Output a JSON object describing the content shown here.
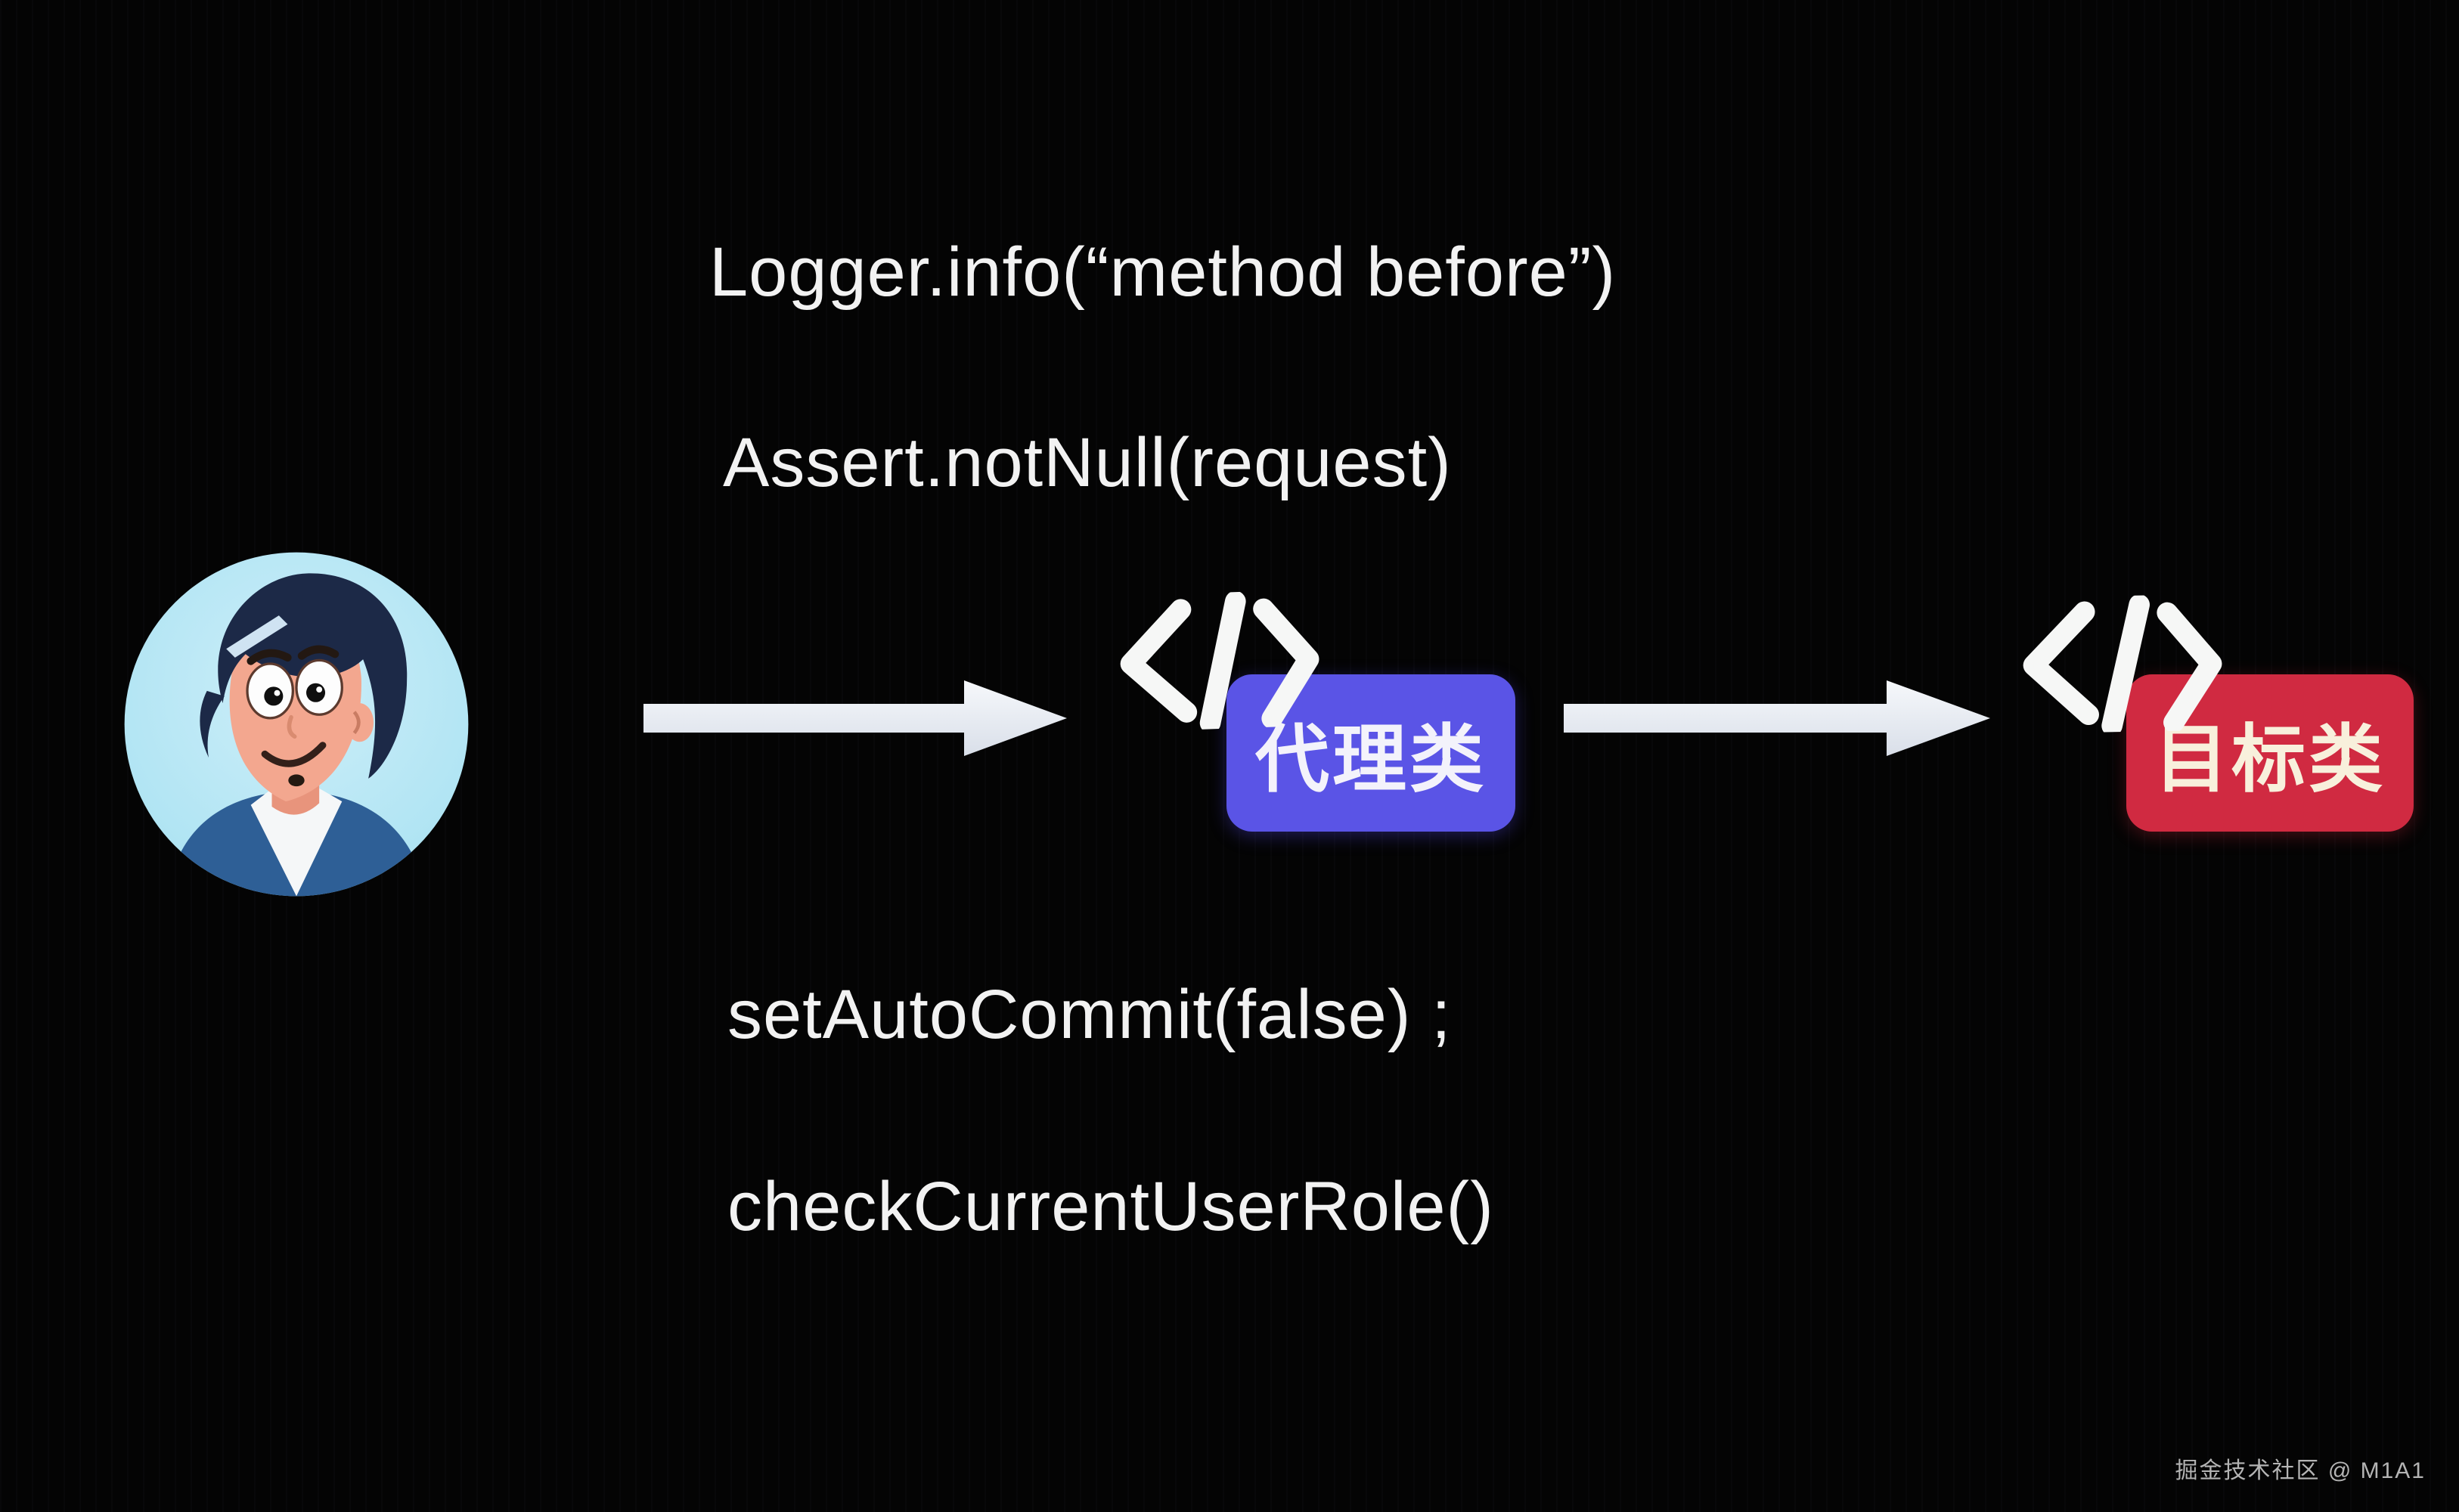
{
  "diagram": {
    "before_calls": {
      "line1": "Logger.info(“method before”)",
      "line2": "Assert.notNull(request)"
    },
    "after_calls": {
      "line1": "setAutoCommit(false) ;",
      "line2": "checkCurrentUserRole()"
    },
    "proxy_badge": {
      "label": "代理类",
      "color": "#5a54e6"
    },
    "target_badge": {
      "label": "目标类",
      "color": "#d02a41"
    },
    "icons": {
      "caller_avatar": "man-avatar",
      "proxy_code_icon": "code-icon </>",
      "target_code_icon": "code-icon </>"
    },
    "watermark": "掘金技术社区 @ M1A1",
    "colors": {
      "background": "#040404",
      "text": "#f2f2f2",
      "arrow_fill": "#e9eef5",
      "divider_red": "#8d1424",
      "proxy_blue": "#5a54e6",
      "target_red": "#d02a41",
      "avatar_bg_blue": "#aee4f3"
    }
  }
}
